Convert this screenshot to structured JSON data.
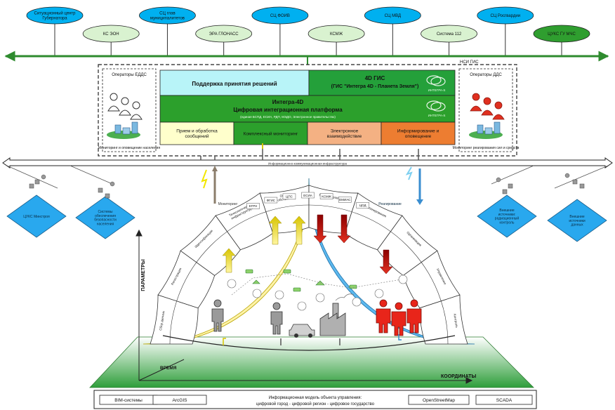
{
  "top_nodes": [
    {
      "label": "Ситуационный центр Губернатора",
      "color": "#00b0f0"
    },
    {
      "label": "КС ЭОН",
      "color": "#d9f2d0"
    },
    {
      "label": "СЦ глав муниципалитетов",
      "color": "#00b0f0"
    },
    {
      "label": "ЭРА ГЛОНАСС",
      "color": "#d9f2d0"
    },
    {
      "label": "СЦ ФОИВ",
      "color": "#00b0f0"
    },
    {
      "label": "КСМЖ",
      "color": "#d9f2d0"
    },
    {
      "label": "СЦ МВД",
      "color": "#00b0f0"
    },
    {
      "label": "Система 112",
      "color": "#d9f2d0"
    },
    {
      "label": "СЦ Росгвардии",
      "color": "#00b0f0"
    },
    {
      "label": "ЦУКС ГУ МЧС",
      "color": "#2f9e2f"
    }
  ],
  "platform": {
    "tag_top": "НСИ ГИС",
    "decision_support": "Поддержка принятия решений",
    "gis_title": "4D ГИС",
    "gis_subtitle": "(ГИС \"Интегра 4D - Планета Земля\")",
    "integra_title": "Интегра-4D",
    "integra_subtitle": "Цифровая интеграционная платформа",
    "integra_note": "(единая БСПД, ЕСИА, РДП, МЭДО, Электронное правительство)",
    "logo_text": "ИНТЕГРА-S",
    "modules": [
      {
        "label": "Прием и обработка сообщений",
        "color": "#ffffcc"
      },
      {
        "label": "Комплексный мониторинг",
        "color": "#2ca02c"
      },
      {
        "label": "Электронное взаимодействие",
        "color": "#f4b183"
      },
      {
        "label": "Информирование и оповещение",
        "color": "#ed7d31"
      }
    ],
    "left_panel": {
      "header": "Операторы ЕДДС",
      "caption": "Мониторинг и оповещение населения"
    },
    "right_panel": {
      "header": "Операторы ДДС",
      "caption": "Мониторинг реагирования сил и средств"
    }
  },
  "bus_label": "Информационно-коммуникационная инфраструктура",
  "side_diamonds": [
    {
      "label": "ЦУКС Минстроя"
    },
    {
      "label": "Системы обеспечения безопасности населения"
    },
    {
      "label": "Внешние источники: радиационный контроль"
    },
    {
      "label": "Внешние источники данных"
    }
  ],
  "arch": {
    "left_band_label": "Мониторинг",
    "right_band_label": "Реагирование",
    "outer_cells": [
      "Сбор данных",
      "Регистрация",
      "Идентификация",
      "Технологическая инфраструктура",
      "Оценка обстановки",
      "Прогнозирование",
      "Планирование",
      "Организация",
      "Управление",
      "Контроль"
    ],
    "small_tags": [
      "ЕГРН",
      "ФГИС",
      "ЦПС",
      "ЕСИА",
      "КСМЖ",
      "ЕМИАС",
      "ЦОД"
    ]
  },
  "axes": {
    "parameters": "ПАРАМЕТРЫ",
    "time": "ВРЕМЯ",
    "coordinates": "КООРДИНАТЫ"
  },
  "footer": {
    "title_line1": "Информационная модель объекта управления:",
    "title_line2": "цифровой город - цифровой регион - цифровое государство",
    "sources": [
      "BIM-системы",
      "ArcGIS",
      "OpenStreetMap",
      "SCADA"
    ]
  }
}
